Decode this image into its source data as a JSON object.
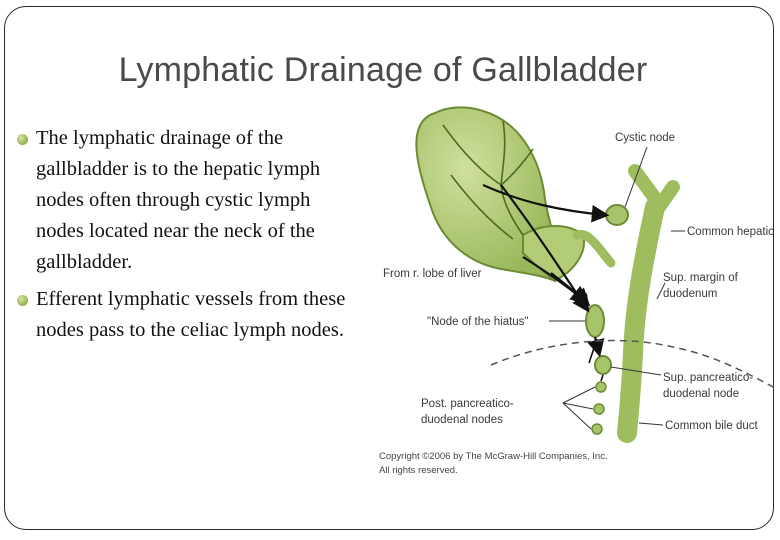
{
  "slide": {
    "title": "Lymphatic Drainage of Gallbladder",
    "bullets": [
      "The lymphatic drainage of the gallbladder is to the hepatic lymph nodes often through cystic lymph nodes located near the neck of the gallbladder.",
      "Efferent lymphatic vessels from these nodes pass to the celiac lymph nodes."
    ]
  },
  "figure": {
    "labels": {
      "cystic_node": "Cystic node",
      "common_hepatic": "Common hepatic",
      "from_r_lobe": "From r. lobe of liver",
      "sup_margin_line1": "Sup. margin of",
      "sup_margin_line2": "duodenum",
      "node_hiatus": "\"Node of the hiatus\"",
      "sup_pancreatico_line1": "Sup. pancreatico-",
      "sup_pancreatico_line2": "duodenal node",
      "post_pancreatico_line1": "Post. pancreatico-",
      "post_pancreatico_line2": "duodenal nodes",
      "common_bile_duct": "Common bile duct"
    },
    "copyright_line1": "Copyright ©2006 by The McGraw-Hill Companies, Inc.",
    "copyright_line2": "All rights reserved.",
    "colors": {
      "organ": "#a7c46a",
      "organ_light": "#c9dd97",
      "outline": "#6d8a34",
      "arrow": "#111111"
    }
  }
}
